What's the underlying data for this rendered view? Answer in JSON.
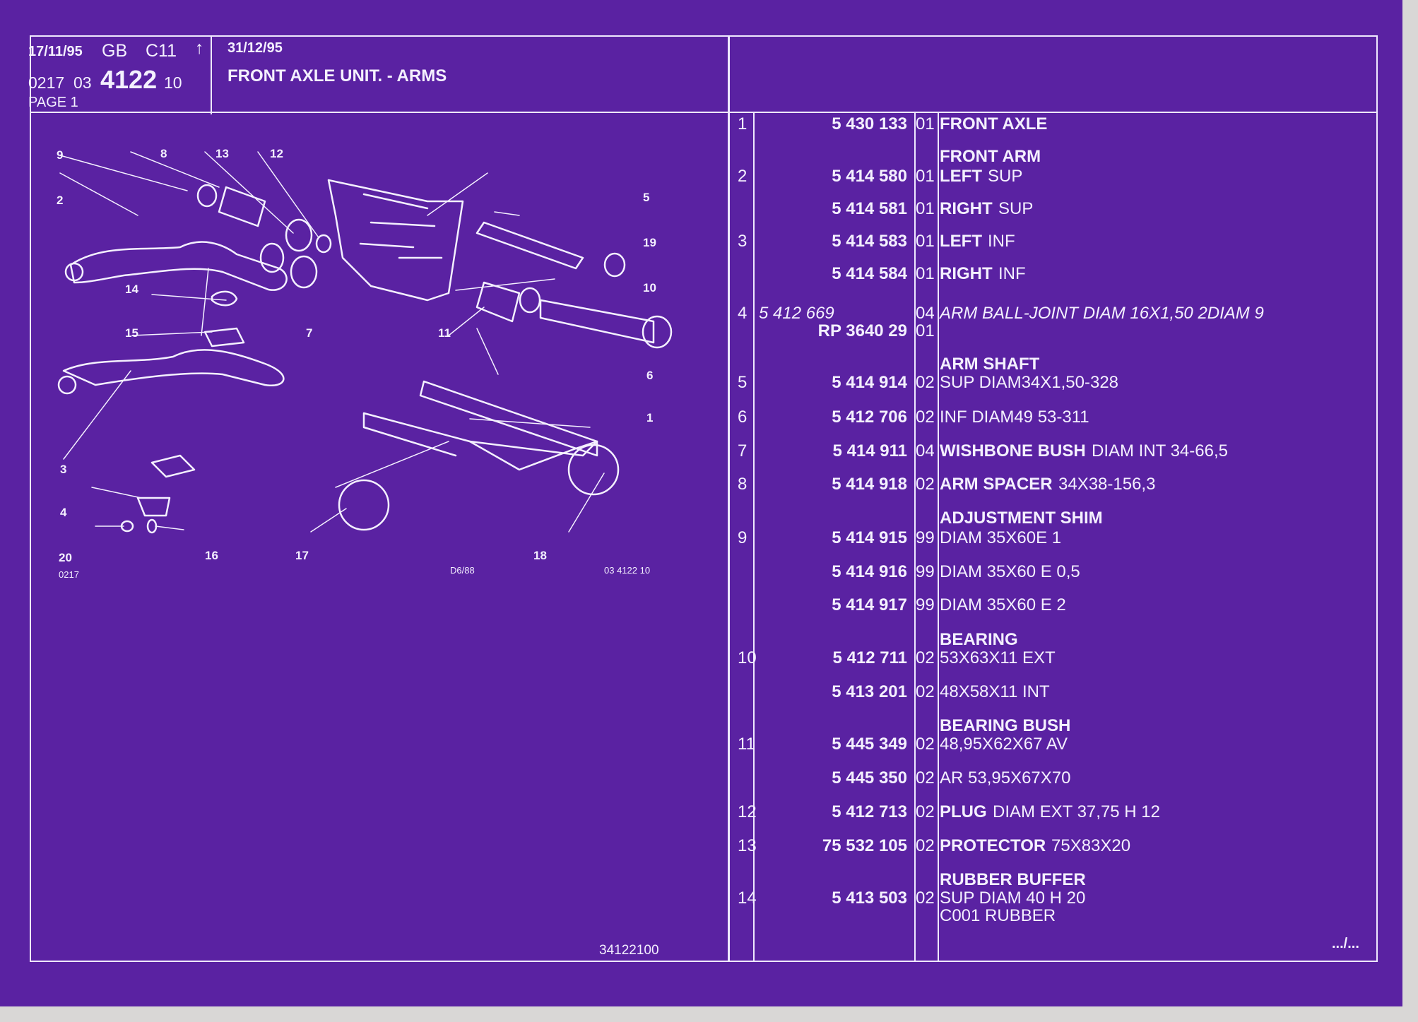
{
  "header": {
    "date": "17/11/95",
    "lang": "GB",
    "model": "C11",
    "arrow": "↑",
    "date2": "31/12/95",
    "ref_a": "0217",
    "ref_b": "03",
    "ref_main": "4122",
    "ref_c": "10",
    "page": "PAGE  1",
    "title": "FRONT AXLE UNIT. - ARMS"
  },
  "diagram": {
    "callouts": [
      "9",
      "8",
      "13",
      "12",
      "2",
      "5",
      "19",
      "14",
      "10",
      "15",
      "7",
      "11",
      "6",
      "1",
      "3",
      "4",
      "20",
      "16",
      "17",
      "18"
    ],
    "code_left": "0217",
    "code_mid": "D6/88",
    "code_right": "03 4122 10",
    "footer_code": "34122100"
  },
  "parts": [
    {
      "item": "1",
      "part": "5 430 133",
      "qty": "01",
      "name": "FRONT AXLE",
      "desc": ""
    },
    {
      "item": "",
      "part": "",
      "qty": "",
      "name": "FRONT ARM",
      "desc": ""
    },
    {
      "item": "2",
      "part": "5 414 580",
      "qty": "01",
      "name": "LEFT",
      "desc": "SUP"
    },
    {
      "item": "",
      "part": "5 414 581",
      "qty": "01",
      "name": "RIGHT",
      "desc": "SUP"
    },
    {
      "item": "3",
      "part": "5 414 583",
      "qty": "01",
      "name": "LEFT",
      "desc": "INF"
    },
    {
      "item": "",
      "part": "5 414 584",
      "qty": "01",
      "name": "RIGHT",
      "desc": "INF"
    },
    {
      "item": "4",
      "part_alt": "5 412 669",
      "qty": "04",
      "name": "",
      "desc": "ARM BALL-JOINT DIAM 16X1,50 2DIAM 9"
    },
    {
      "item": "",
      "part": "RP  3640 29",
      "qty": "01",
      "name": "",
      "desc": ""
    },
    {
      "item": "",
      "part": "",
      "qty": "",
      "name": "ARM SHAFT",
      "desc": ""
    },
    {
      "item": "5",
      "part": "5 414 914",
      "qty": "02",
      "name": "",
      "desc": "SUP DIAM34X1,50-328"
    },
    {
      "item": "6",
      "part": "5 412 706",
      "qty": "02",
      "name": "",
      "desc": "INF DIAM49 53-311"
    },
    {
      "item": "7",
      "part": "5 414 911",
      "qty": "04",
      "name": "WISHBONE BUSH",
      "desc": "DIAM INT 34-66,5"
    },
    {
      "item": "8",
      "part": "5 414 918",
      "qty": "02",
      "name": "ARM SPACER",
      "desc": "34X38-156,3"
    },
    {
      "item": "",
      "part": "",
      "qty": "",
      "name": "ADJUSTMENT SHIM",
      "desc": ""
    },
    {
      "item": "9",
      "part": "5 414 915",
      "qty": "99",
      "name": "",
      "desc": "DIAM 35X60E 1"
    },
    {
      "item": "",
      "part": "5 414 916",
      "qty": "99",
      "name": "",
      "desc": "DIAM 35X60 E 0,5"
    },
    {
      "item": "",
      "part": "5 414 917",
      "qty": "99",
      "name": "",
      "desc": "DIAM 35X60 E 2"
    },
    {
      "item": "",
      "part": "",
      "qty": "",
      "name": "BEARING",
      "desc": ""
    },
    {
      "item": "10",
      "part": "5 412 711",
      "qty": "02",
      "name": "",
      "desc": "53X63X11 EXT"
    },
    {
      "item": "",
      "part": "5 413 201",
      "qty": "02",
      "name": "",
      "desc": "48X58X11 INT"
    },
    {
      "item": "",
      "part": "",
      "qty": "",
      "name": "BEARING BUSH",
      "desc": ""
    },
    {
      "item": "11",
      "part": "5 445 349",
      "qty": "02",
      "name": "",
      "desc": "48,95X62X67 AV"
    },
    {
      "item": "",
      "part": "5 445 350",
      "qty": "02",
      "name": "",
      "desc": "AR 53,95X67X70"
    },
    {
      "item": "12",
      "part": "5 412 713",
      "qty": "02",
      "name": "PLUG",
      "desc": "DIAM EXT 37,75 H 12"
    },
    {
      "item": "13",
      "part": "75 532 105",
      "qty": "02",
      "name": "PROTECTOR",
      "desc": "75X83X20"
    },
    {
      "item": "",
      "part": "",
      "qty": "",
      "name": "RUBBER BUFFER",
      "desc": ""
    },
    {
      "item": "14",
      "part": "5 413 503",
      "qty": "02",
      "name": "",
      "desc": "SUP DIAM 40 H 20"
    },
    {
      "item": "",
      "part": "",
      "qty": "",
      "name": "",
      "desc": "C001 RUBBER"
    }
  ],
  "continuation": ".../..."
}
